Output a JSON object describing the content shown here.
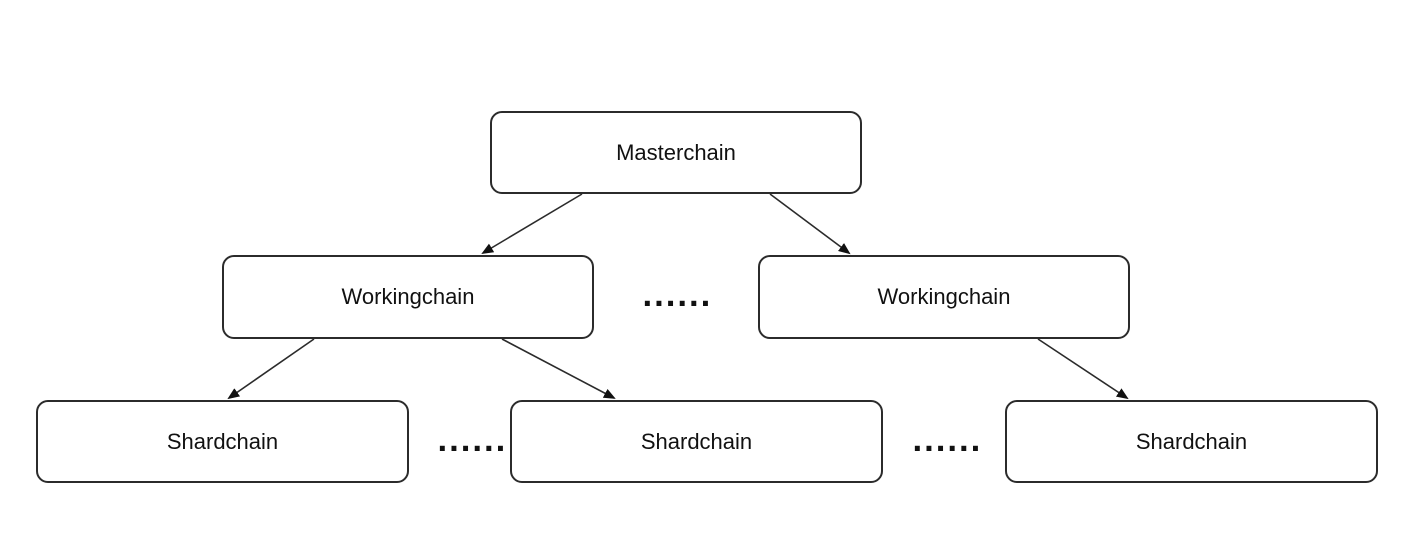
{
  "diagram": {
    "root": {
      "label": "Masterchain"
    },
    "working": [
      {
        "label": "Workingchain"
      },
      {
        "label": "Workingchain"
      }
    ],
    "shards": [
      {
        "label": "Shardchain"
      },
      {
        "label": "Shardchain"
      },
      {
        "label": "Shardchain"
      }
    ],
    "ellipsis": "......",
    "colors": {
      "stroke": "#2b2b2b",
      "fill": "#ffffff",
      "text": "#111111"
    }
  }
}
